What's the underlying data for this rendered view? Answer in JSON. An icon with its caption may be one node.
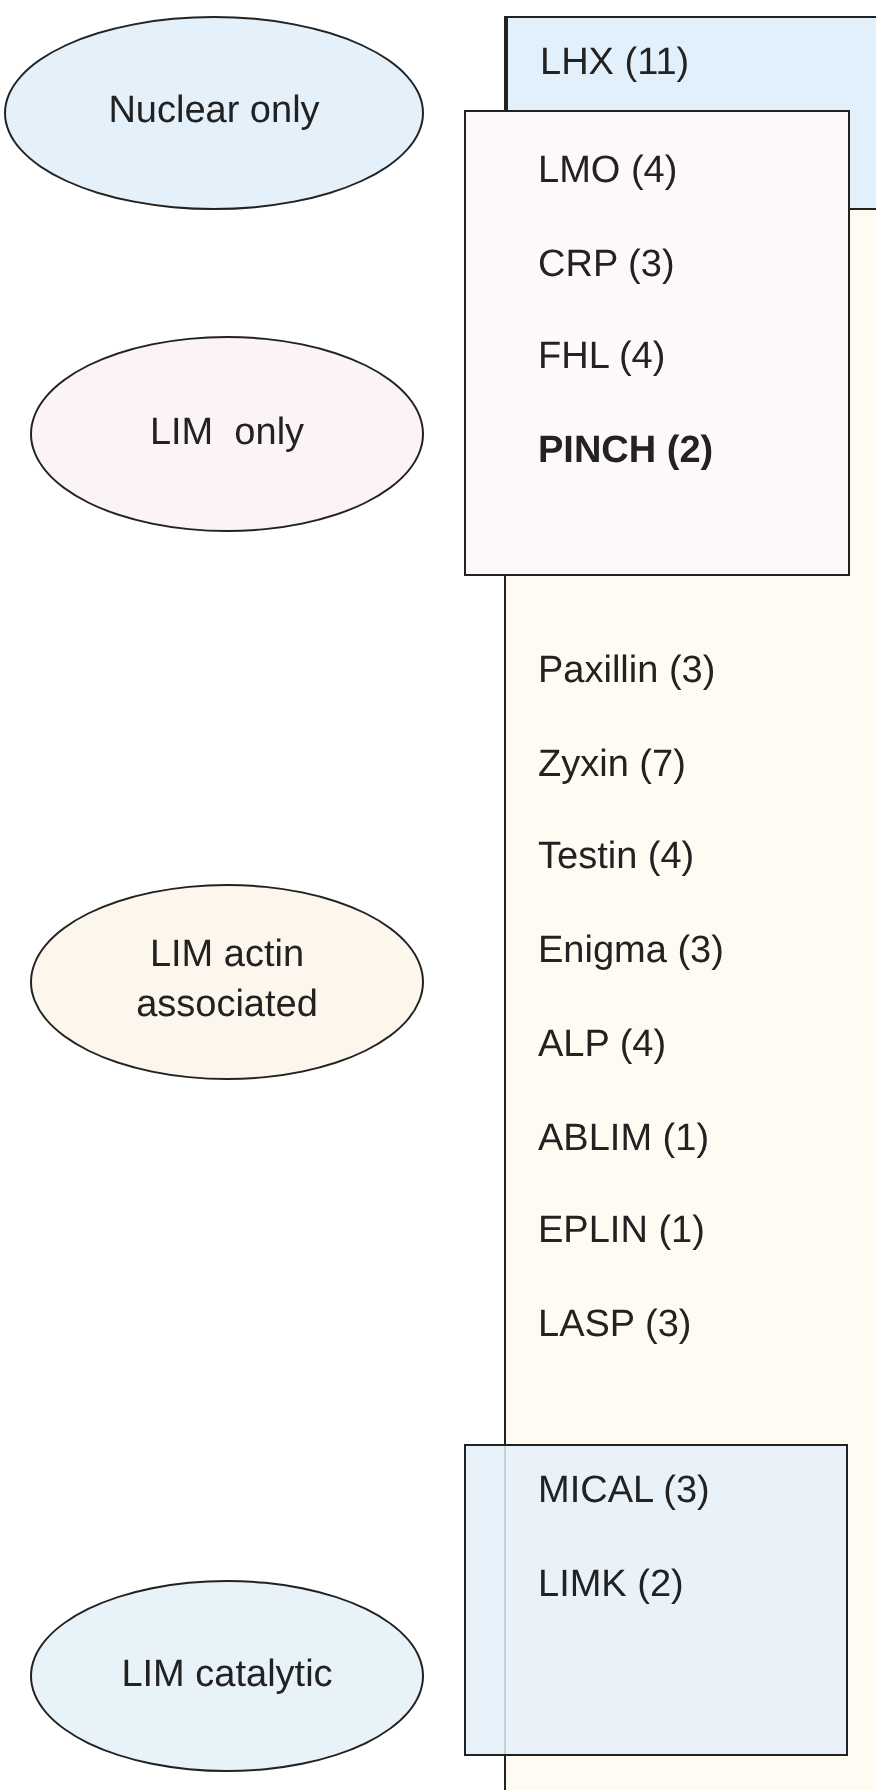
{
  "diagram": {
    "nodes": [
      {
        "text": [
          "Nuclear only"
        ]
      },
      {
        "text": [
          "LIM  only"
        ]
      },
      {
        "text": [
          "LIM actin associated"
        ]
      },
      {
        "text": [
          "LIM catalytic"
        ]
      },
      {
        "text": [
          "Paxillin (3)",
          "Zyxin (7)",
          "Testin (4)",
          "Enigma (3)",
          "ALP (4)",
          "ABLIM (1)",
          "EPLIN (1)",
          "LASP (3)"
        ]
      },
      {
        "text": [
          "LHX (11)"
        ],
        "in": 4
      },
      {
        "text": [
          "LMO (4)",
          "CRP (3)",
          "FHL (4)",
          "**PINCH (2)**"
        ]
      },
      {
        "text": [
          "MICAL (3)",
          "LIMK (2)"
        ]
      }
    ]
  }
}
